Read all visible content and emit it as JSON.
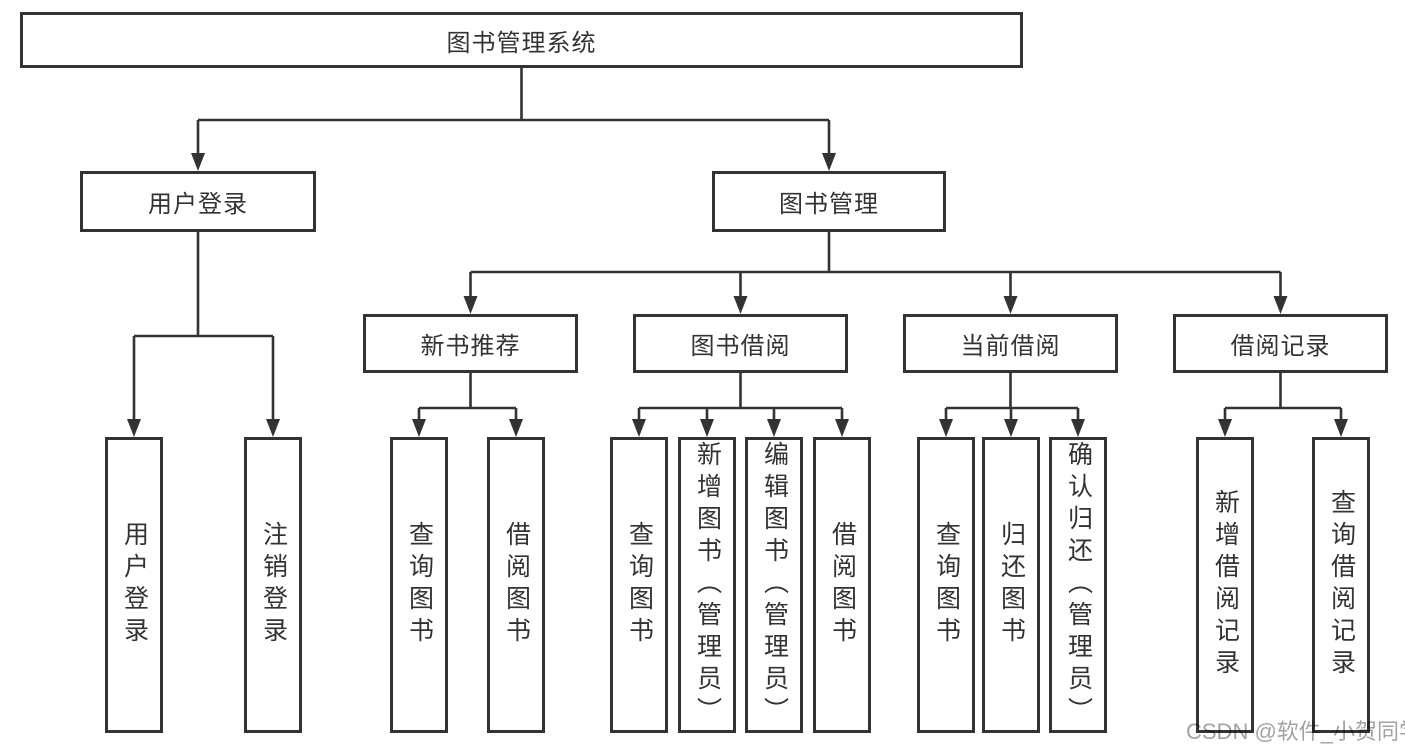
{
  "colors": {
    "line": "#333333",
    "border": "#333333",
    "text": "#333333",
    "background": "#ffffff",
    "watermark": "#a3a3a3"
  },
  "nodes": {
    "root": "图书管理系统",
    "user_login": "用户登录",
    "book_management": "图书管理",
    "new_book_recommend": "新书推荐",
    "book_borrowing": "图书借阅",
    "current_borrowing": "当前借阅",
    "borrowing_records": "借阅记录",
    "leaf_user_login": "用户登录",
    "leaf_logout": "注销登录",
    "leaf_query_books_a": "查询图书",
    "leaf_borrow_books_a": "借阅图书",
    "leaf_query_books_b": "查询图书",
    "leaf_add_books_admin": "新增图书（管理员）",
    "leaf_edit_books_admin": "编辑图书（管理员）",
    "leaf_borrow_books_b": "借阅图书",
    "leaf_query_books_c": "查询图书",
    "leaf_return_books": "归还图书",
    "leaf_confirm_return_admin": "确认归还（管理员）",
    "leaf_add_borrow_record": "新增借阅记录",
    "leaf_query_borrow_record": "查询借阅记录"
  },
  "watermark": "CSDN @软件_小贺同学"
}
